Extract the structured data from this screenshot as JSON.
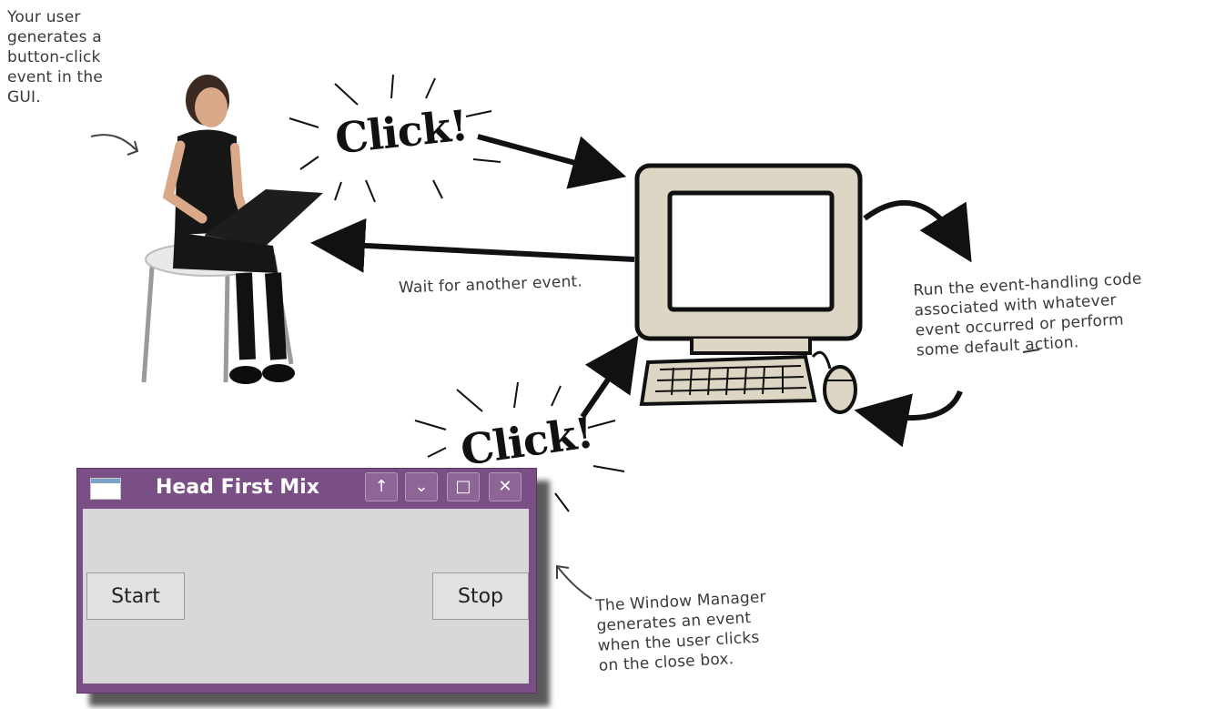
{
  "annotations": {
    "user_event": [
      "Your user",
      "generates a",
      "button-click",
      "event in the",
      "GUI."
    ],
    "wait": "Wait for another event.",
    "run_handler": [
      "Run the event-handling code",
      "associated with whatever",
      "event occurred or perform",
      "some default action."
    ],
    "window_manager": [
      "The Window Manager",
      "generates an event",
      "when the user clicks",
      "on the close box."
    ]
  },
  "click_labels": {
    "top": "Click!",
    "bottom": "Click!"
  },
  "window": {
    "title": "Head First Mix",
    "controls": {
      "shade": "↑",
      "minimize": "⌄",
      "maximize": "□",
      "close": "✕"
    },
    "start_label": "Start",
    "stop_label": "Stop"
  },
  "colors": {
    "titlebar": "#7a4f86",
    "client": "#d8d8d8",
    "monitor": "#ddd6c5"
  }
}
